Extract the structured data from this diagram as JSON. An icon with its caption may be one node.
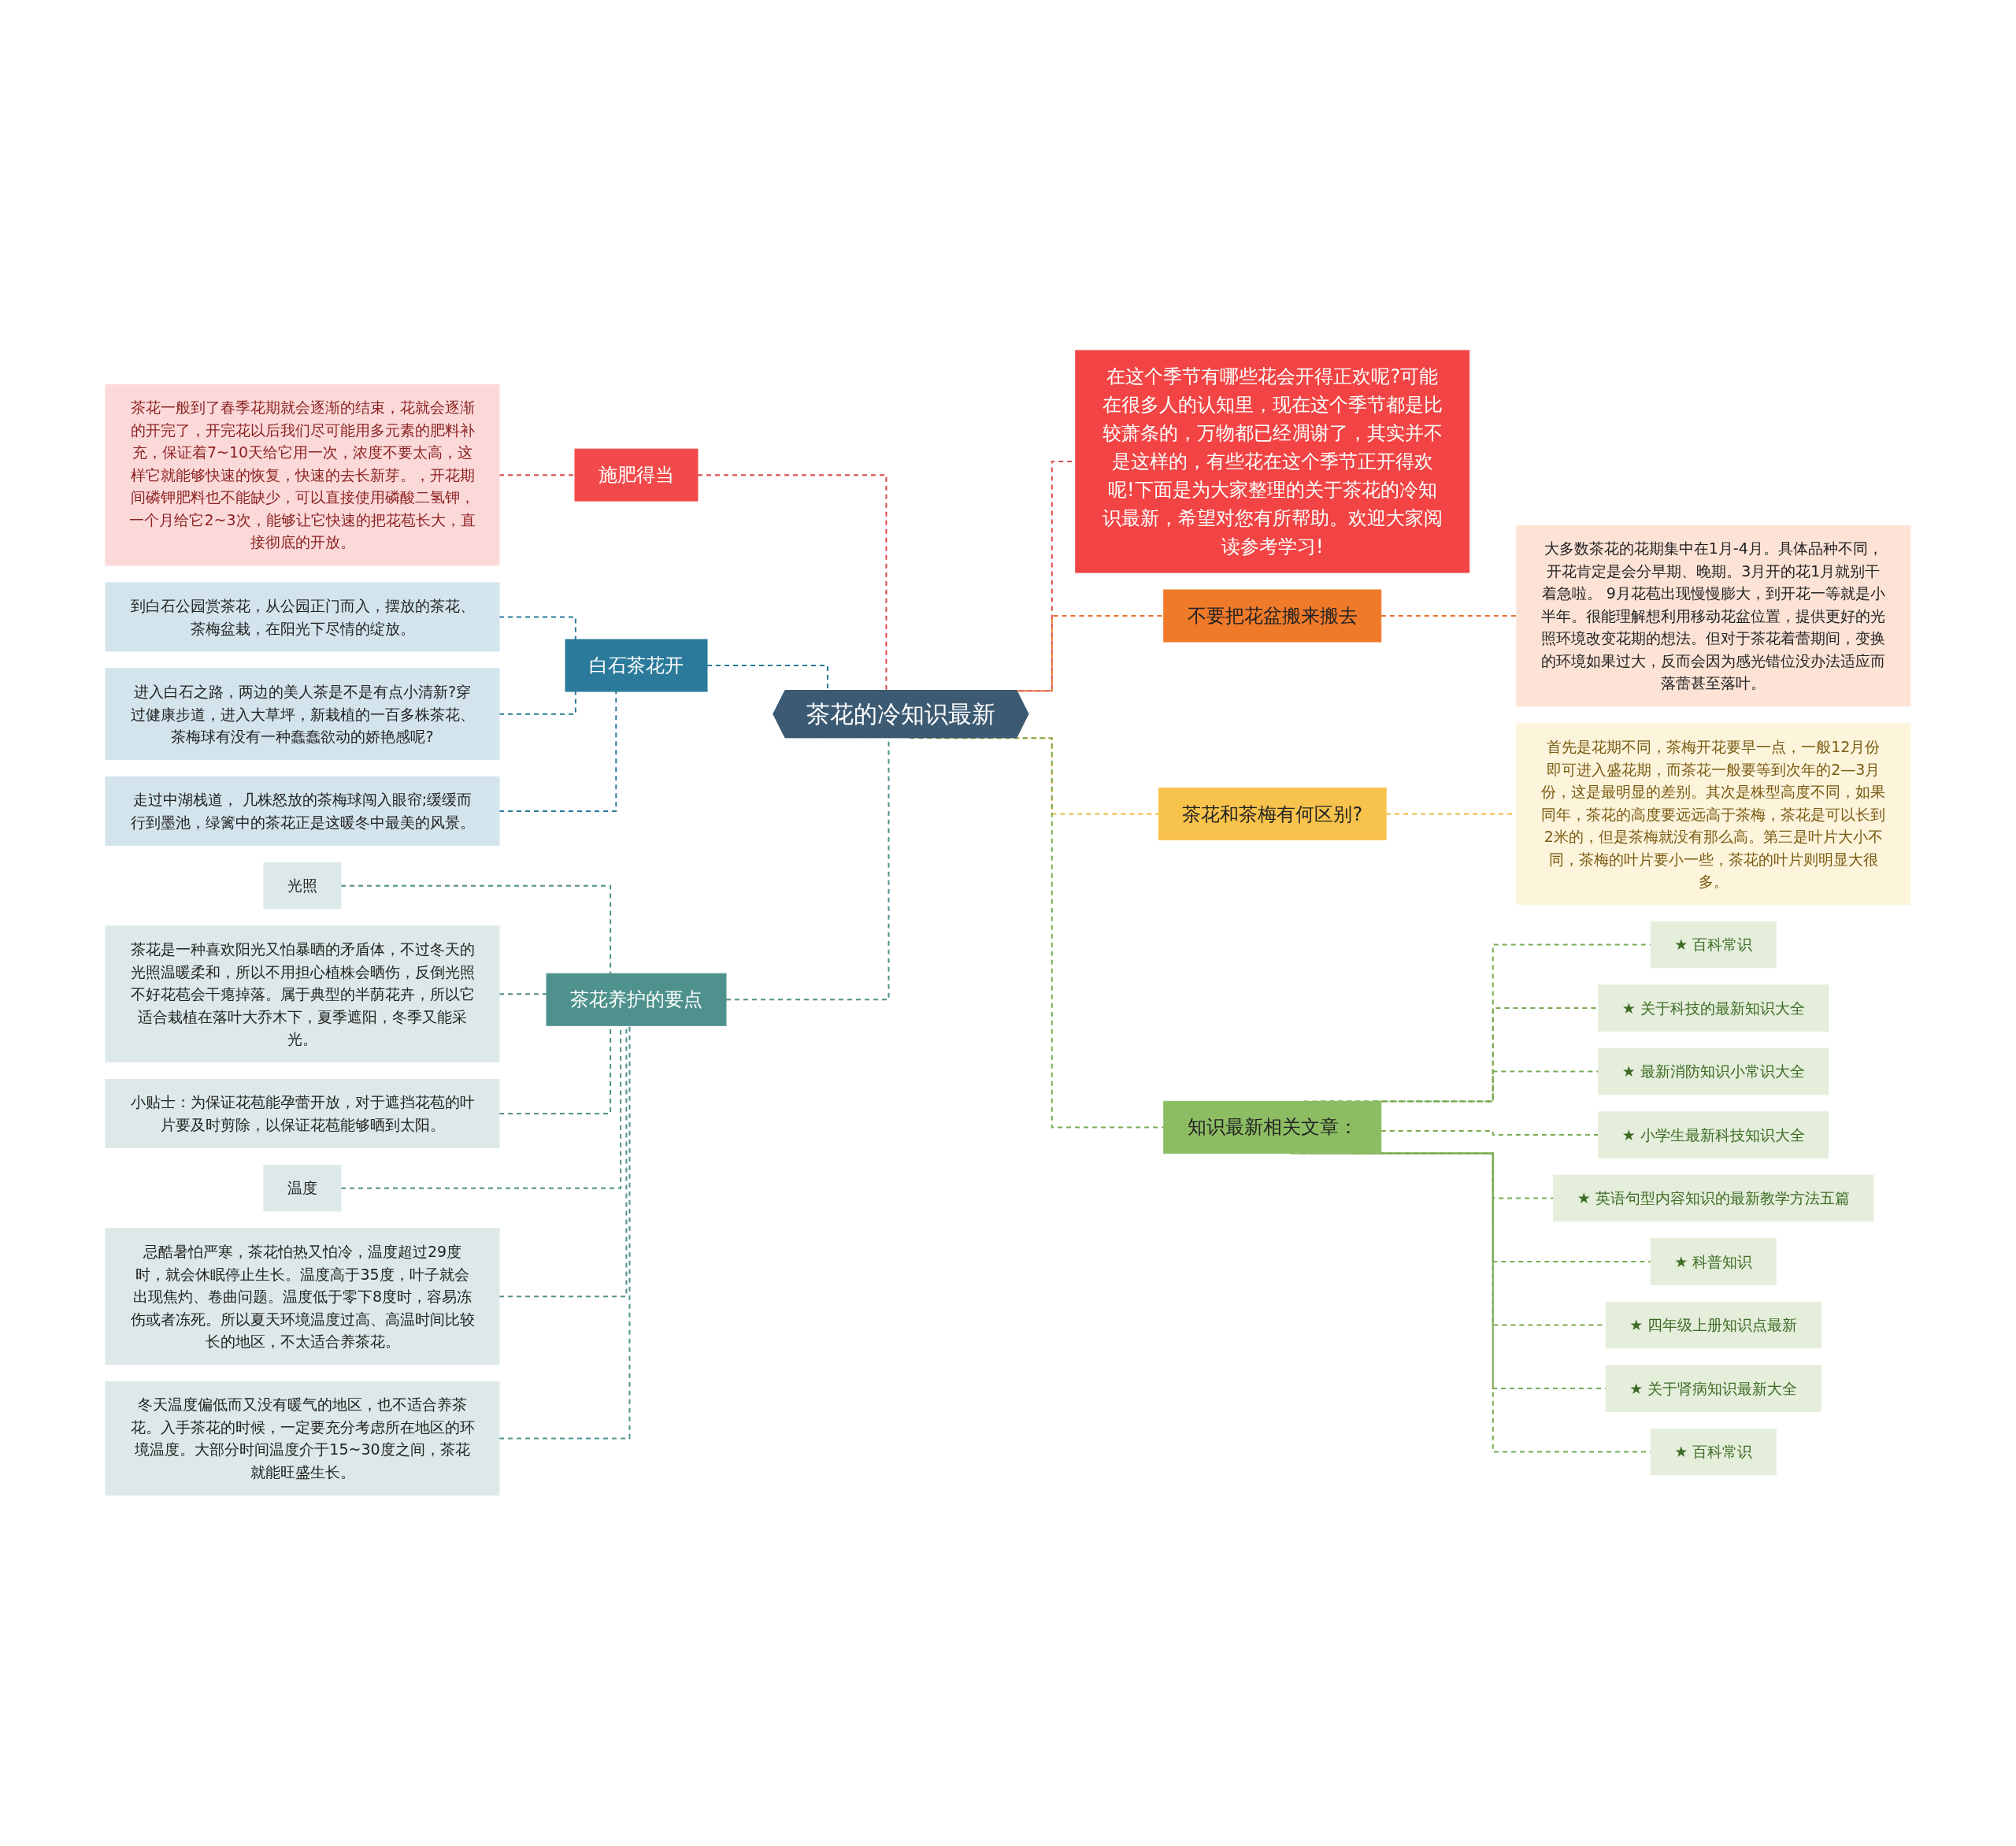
{
  "diagram": {
    "nodes": [
      {
        "text": [
          "茶花的冷知识最新"
        ]
      },
      {
        "text": [
          "施肥得当"
        ]
      },
      {
        "text": [
          "茶花一般到了春季花期就会逐渐的结束，花就会逐渐的开完了，开完花以后我们尽可能用多元素的肥料补充，保证着7~10天给它用一次，浓度不要太高，这样它就能够快速的恢复，快速的去长新芽。，开花期间磷钾肥料也不能缺少，可以直接使用磷酸二氢钾，一个月给它2~3次，能够让它快速的把花苞长大，直接彻底的开放。"
        ]
      },
      {
        "text": [
          "白石茶花开"
        ]
      },
      {
        "text": [
          "到白石公园赏茶花，从公园正门而入，摆放的茶花、茶梅盆栽，在阳光下尽情的绽放。"
        ]
      },
      {
        "text": [
          "进入白石之路，两边的美人茶是不是有点小清新?穿过健康步道，进入大草坪，新栽植的一百多株茶花、茶梅球有没有一种蠢蠢欲动的娇艳感呢?"
        ]
      },
      {
        "text": [
          "走过中湖栈道， 几株怒放的茶梅球闯入眼帘;缓缓而行到墨池，绿篱中的茶花正是这暖冬中最美的风景。"
        ]
      },
      {
        "text": [
          "茶花养护的要点"
        ]
      },
      {
        "text": [
          "光照"
        ]
      },
      {
        "text": [
          "茶花是一种喜欢阳光又怕暴晒的矛盾体，不过冬天的光照温暖柔和，所以不用担心植株会晒伤，反倒光照不好花苞会干瘪掉落。属于典型的半荫花卉，所以它适合栽植在落叶大乔木下，夏季遮阳，冬季又能采光。"
        ]
      },
      {
        "text": [
          "小贴士：为保证花苞能孕蕾开放，对于遮挡花苞的叶片要及时剪除，以保证花苞能够晒到太阳。"
        ]
      },
      {
        "text": [
          "温度"
        ]
      },
      {
        "text": [
          "忌酷暑怕严寒，茶花怕热又怕冷，温度超过29度时，就会休眠停止生长。温度高于35度，叶子就会出现焦灼、卷曲问题。温度低于零下8度时，容易冻伤或者冻死。所以夏天环境温度过高、高温时间比较长的地区，不太适合养茶花。"
        ]
      },
      {
        "text": [
          "冬天温度偏低而又没有暖气的地区，也不适合养茶花。入手茶花的时候，一定要充分考虑所在地区的环境温度。大部分时间温度介于15~30度之间，茶花就能旺盛生长。"
        ]
      },
      {
        "text": [
          "在这个季节有哪些花会开得正欢呢?可能在很多人的认知里，现在这个季节都是比较萧条的，万物都已经凋谢了，其实并不是这样的，有些花在这个季节正开得欢呢!下面是为大家整理的关于茶花的冷知识最新，希望对您有所帮助。欢迎大家阅读参考学习!"
        ]
      },
      {
        "text": [
          "不要把花盆搬来搬去"
        ]
      },
      {
        "text": [
          "大多数茶花的花期集中在1月-4月。具体品种不同，开花肯定是会分早期、晚期。3月开的花1月就别干着急啦。 9月花苞出现慢慢膨大，到开花一等就是小半年。很能理解想利用移动花盆位置，提供更好的光照环境改变花期的想法。但对于茶花着蕾期间，变换的环境如果过大，反而会因为感光错位没办法适应而落蕾甚至落叶。"
        ]
      },
      {
        "text": [
          "茶花和茶梅有何区别?"
        ]
      },
      {
        "text": [
          "首先是花期不同，茶梅开花要早一点，一般12月份即可进入盛花期，而茶花一般要等到次年的2—3月份，这是最明显的差别。其次是株型高度不同，如果同年，茶花的高度要远远高于茶梅，茶花是可以长到2米的，但是茶梅就没有那么高。第三是叶片大小不同，茶梅的叶片要小一些，茶花的叶片则明显大很多。"
        ]
      },
      {
        "text": [
          "知识最新相关文章："
        ]
      },
      {
        "text": [
          "★ 百科常识"
        ]
      },
      {
        "text": [
          "★ 关于科技的最新知识大全"
        ]
      },
      {
        "text": [
          "★ 最新消防知识小常识大全"
        ]
      },
      {
        "text": [
          "★ 小学生最新科技知识大全"
        ]
      },
      {
        "text": [
          "★ 英语句型内容知识的最新教学方法五篇"
        ]
      },
      {
        "text": [
          "★ 科普知识"
        ]
      },
      {
        "text": [
          "★ 四年级上册知识点最新"
        ]
      },
      {
        "text": [
          "★ 关于肾病知识最新大全"
        ]
      },
      {
        "text": [
          "★ 百科常识"
        ]
      }
    ],
    "edges": [
      {
        "from": 0,
        "to": 1,
        "arrow": "none",
        "style": "dashed",
        "color": "#e04a4a"
      },
      {
        "from": 1,
        "to": 2,
        "arrow": "none",
        "style": "dashed",
        "color": "#e04a4a"
      },
      {
        "from": 0,
        "to": 3,
        "arrow": "none",
        "style": "dashed",
        "color": "#2b7a9b"
      },
      {
        "from": 3,
        "to": 4,
        "arrow": "none",
        "style": "dashed",
        "color": "#2b7a9b"
      },
      {
        "from": 3,
        "to": 5,
        "arrow": "none",
        "style": "dashed",
        "color": "#2b7a9b"
      },
      {
        "from": 3,
        "to": 6,
        "arrow": "none",
        "style": "dashed",
        "color": "#2b7a9b"
      },
      {
        "from": 0,
        "to": 7,
        "arrow": "none",
        "style": "dashed",
        "color": "#4e918d"
      },
      {
        "from": 7,
        "to": 8,
        "arrow": "none",
        "style": "dashed",
        "color": "#4e918d"
      },
      {
        "from": 7,
        "to": 9,
        "arrow": "none",
        "style": "dashed",
        "color": "#4e918d"
      },
      {
        "from": 7,
        "to": 10,
        "arrow": "none",
        "style": "dashed",
        "color": "#4e918d"
      },
      {
        "from": 7,
        "to": 11,
        "arrow": "none",
        "style": "dashed",
        "color": "#4e918d"
      },
      {
        "from": 7,
        "to": 12,
        "arrow": "none",
        "style": "dashed",
        "color": "#4e918d"
      },
      {
        "from": 7,
        "to": 13,
        "arrow": "none",
        "style": "dashed",
        "color": "#4e918d"
      },
      {
        "from": 0,
        "to": 14,
        "arrow": "none",
        "style": "dashed",
        "color": "#e04a4a"
      },
      {
        "from": 0,
        "to": 15,
        "arrow": "none",
        "style": "dashed",
        "color": "#e8732c"
      },
      {
        "from": 15,
        "to": 16,
        "arrow": "none",
        "style": "dashed",
        "color": "#e8732c"
      },
      {
        "from": 0,
        "to": 17,
        "arrow": "none",
        "style": "dashed",
        "color": "#f0b840"
      },
      {
        "from": 17,
        "to": 18,
        "arrow": "none",
        "style": "dashed",
        "color": "#f0b840"
      },
      {
        "from": 0,
        "to": 19,
        "arrow": "none",
        "style": "dashed",
        "color": "#7aab52"
      },
      {
        "from": 19,
        "to": 20,
        "arrow": "none",
        "style": "dashed",
        "color": "#7aab52"
      },
      {
        "from": 19,
        "to": 21,
        "arrow": "none",
        "style": "dashed",
        "color": "#7aab52"
      },
      {
        "from": 19,
        "to": 22,
        "arrow": "none",
        "style": "dashed",
        "color": "#7aab52"
      },
      {
        "from": 19,
        "to": 23,
        "arrow": "none",
        "style": "dashed",
        "color": "#7aab52"
      },
      {
        "from": 19,
        "to": 24,
        "arrow": "none",
        "style": "dashed",
        "color": "#7aab52"
      },
      {
        "from": 19,
        "to": 25,
        "arrow": "none",
        "style": "dashed",
        "color": "#7aab52"
      },
      {
        "from": 19,
        "to": 26,
        "arrow": "none",
        "style": "dashed",
        "color": "#7aab52"
      },
      {
        "from": 19,
        "to": 27,
        "arrow": "none",
        "style": "dashed",
        "color": "#7aab52"
      },
      {
        "from": 19,
        "to": 28,
        "arrow": "none",
        "style": "dashed",
        "color": "#7aab52"
      }
    ]
  }
}
